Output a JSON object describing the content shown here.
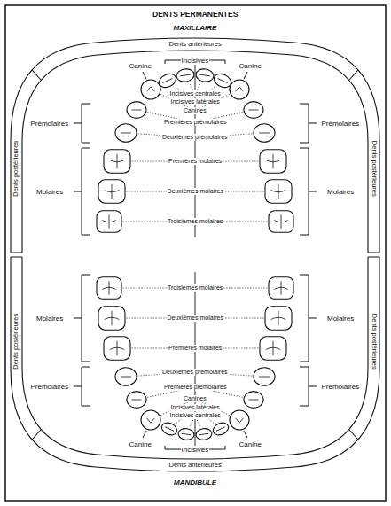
{
  "diagram": {
    "title": "DENTS PERMANENTES",
    "labels": [
      "MAXILLAIRE",
      "Dents antérieures",
      "Incisives",
      "Canine",
      "Canine",
      "Dents postérieures",
      "Prémolaires",
      "Molaires",
      "Dents postérieures",
      "Prémolaires",
      "Molaires",
      "Incisives centrales",
      "Incisives latérales",
      "Canines",
      "Premières prémolaires",
      "Deuxièmes prémolaires",
      "Premières molaires",
      "Deuxièmes molaires",
      "Troisièmes molaires",
      "Troisièmes molaires",
      "Deuxièmes molaires",
      "Premières molaires",
      "Deuxièmes prémolaires",
      "Premières prémolaires",
      "Canines",
      "Incisives latérales",
      "Incisives centrales",
      "Molaires",
      "Prémolaires",
      "Dents postérieures",
      "Molaires",
      "Prémolaires",
      "Dents postérieures",
      "Canine",
      "Canine",
      "Incisives",
      "Dents antérieures",
      "MANDIBULE"
    ]
  }
}
